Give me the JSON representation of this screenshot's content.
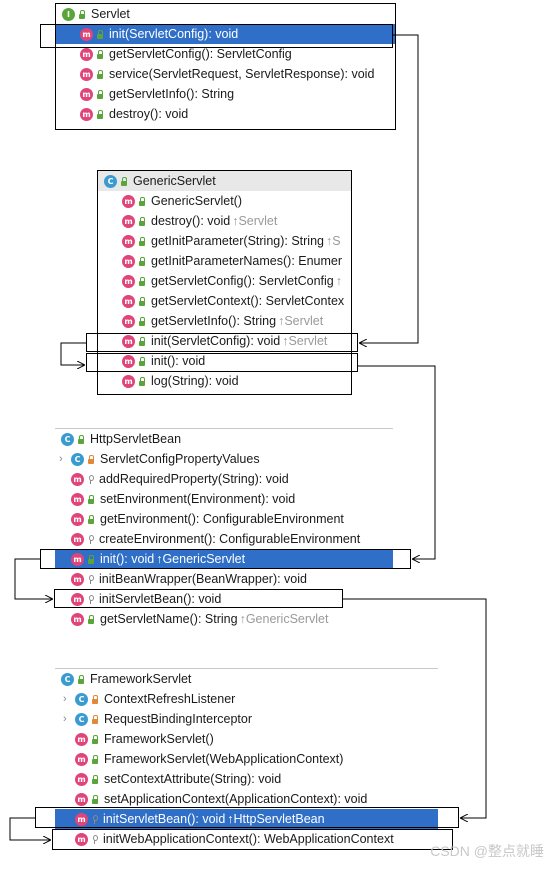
{
  "servlet_panel": {
    "title": "Servlet",
    "title_icon": "interface-icon",
    "items": [
      {
        "text": "init(ServletConfig): void",
        "selected": true
      },
      {
        "text": "getServletConfig(): ServletConfig"
      },
      {
        "text": "service(ServletRequest, ServletResponse): void"
      },
      {
        "text": "getServletInfo(): String"
      },
      {
        "text": "destroy(): void"
      }
    ]
  },
  "generic_panel": {
    "title": "GenericServlet",
    "title_icon": "class-icon",
    "items": [
      {
        "text": "GenericServlet()"
      },
      {
        "text": "destroy(): void",
        "inherit": "↑Servlet"
      },
      {
        "text": "getInitParameter(String): String",
        "inherit": "↑S"
      },
      {
        "text": "getInitParameterNames(): Enumer"
      },
      {
        "text": "getServletConfig(): ServletConfig",
        "inherit": "↑"
      },
      {
        "text": "getServletContext(): ServletContex"
      },
      {
        "text": "getServletInfo(): String",
        "inherit": "↑Servlet"
      },
      {
        "text": "init(ServletConfig): void",
        "inherit": "↑Servlet"
      },
      {
        "text": "init(): void"
      },
      {
        "text": "log(String): void"
      }
    ]
  },
  "httpbean_panel": {
    "title": "HttpServletBean",
    "title_icon": "class-icon",
    "items": [
      {
        "text": "ServletConfigPropertyValues",
        "kind": "class",
        "expandable": true
      },
      {
        "text": "addRequiredProperty(String): void",
        "access": "protected"
      },
      {
        "text": "setEnvironment(Environment): void"
      },
      {
        "text": "getEnvironment(): ConfigurableEnvironment"
      },
      {
        "text": "createEnvironment(): ConfigurableEnvironment",
        "access": "protected"
      },
      {
        "text": "init(): void",
        "inherit": "↑GenericServlet",
        "selected": true
      },
      {
        "text": "initBeanWrapper(BeanWrapper): void",
        "access": "protected"
      },
      {
        "text": "initServletBean(): void",
        "access": "protected"
      },
      {
        "text": "getServletName(): String",
        "inherit": "↑GenericServlet"
      }
    ]
  },
  "framework_panel": {
    "title": "FrameworkServlet",
    "title_icon": "class-icon",
    "items": [
      {
        "text": "ContextRefreshListener",
        "kind": "class",
        "expandable": true
      },
      {
        "text": "RequestBindingInterceptor",
        "kind": "class",
        "expandable": true
      },
      {
        "text": "FrameworkServlet()"
      },
      {
        "text": "FrameworkServlet(WebApplicationContext)"
      },
      {
        "text": "setContextAttribute(String): void"
      },
      {
        "text": "setApplicationContext(ApplicationContext): void"
      },
      {
        "text": "initServletBean(): void",
        "inherit": "↑HttpServletBean",
        "access": "protected",
        "selected": true
      },
      {
        "text": "initWebApplicationContext(): WebApplicationContext",
        "access": "protected"
      }
    ]
  },
  "watermark": "CSDN @整点就睡",
  "colors": {
    "selection": "#2f6fc8",
    "method_icon": "#e0457a",
    "class_icon": "#3a9bd1",
    "inherit_hint": "#9a9a9a"
  }
}
